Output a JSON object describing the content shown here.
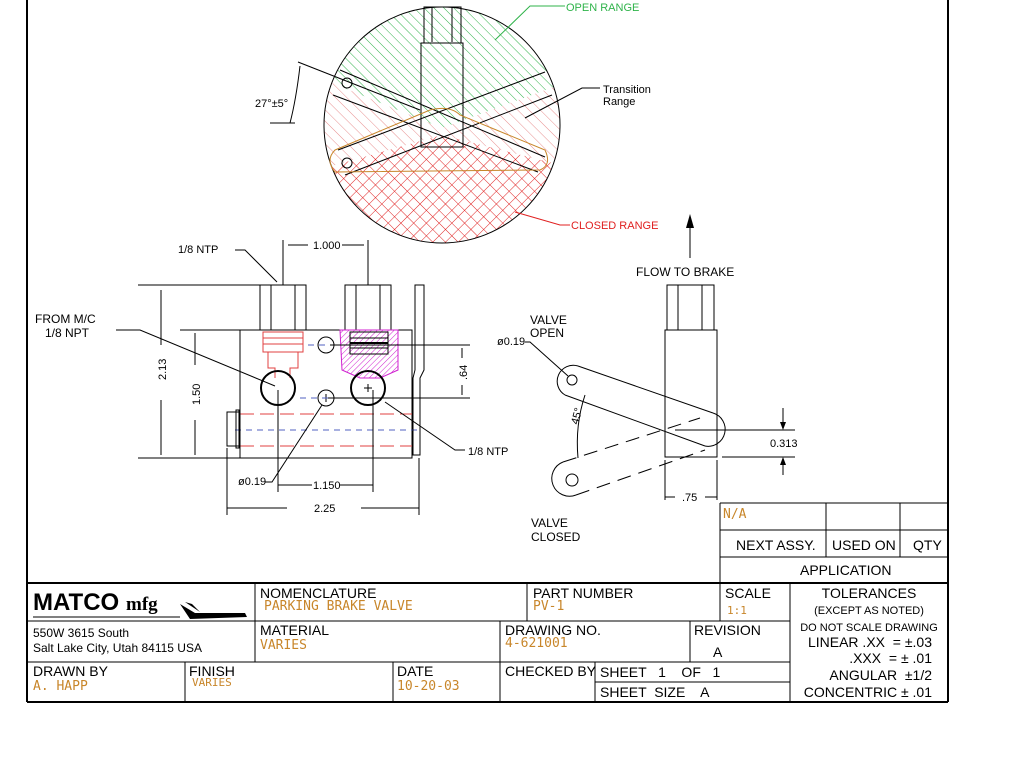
{
  "top_view": {
    "open_range": "OPEN RANGE",
    "transition_line1": "Transition",
    "transition_line2": "Range",
    "closed_range": "CLOSED RANGE",
    "angle": "27°±5°",
    "dim_spacing": "1.000",
    "colors": {
      "open": "#2fb34a",
      "closed": "#e02020",
      "transition": "#e89090"
    }
  },
  "front_view": {
    "port_top": "1/8 NTP",
    "from_mc_line1": "FROM M/C",
    "from_mc_line2": "1/8 NPT",
    "dim_height_total": "2.13",
    "dim_height_body": "1.50",
    "dim_offset": ".64",
    "hole_dia": "ø0.19",
    "dim_hole_spacing": "1.150",
    "dim_width": "2.25",
    "port_right": "1/8 NTP"
  },
  "side_view": {
    "flow_to_brake": "FLOW TO BRAKE",
    "valve_open_line1": "VALVE",
    "valve_open_line2": "OPEN",
    "hole_dia": "ø0.19",
    "angle": "45°",
    "dim_offset": "0.313",
    "dim_width": ".75",
    "valve_closed_line1": "VALVE",
    "valve_closed_line2": "CLOSED"
  },
  "application": {
    "next_assy_value": "N/A",
    "next_assy": "NEXT ASSY.",
    "used_on": "USED ON",
    "qty": "QTY",
    "title": "APPLICATION"
  },
  "title_block": {
    "company": "MATCO",
    "company_suffix": "mfg",
    "address_line1": "550W  3615  South",
    "address_line2": "Salt  Lake  City,  Utah  84115  USA",
    "nomenclature_label": "NOMENCLATURE",
    "nomenclature": "PARKING BRAKE VALVE",
    "part_number_label": "PART NUMBER",
    "part_number": "PV-1",
    "scale_label": "SCALE",
    "scale": "1:1",
    "material_label": "MATERIAL",
    "material": "VARIES",
    "drawing_no_label": "DRAWING NO.",
    "drawing_no": "4-621001",
    "revision_label": "REVISION",
    "revision": "A",
    "drawn_by_label": "DRAWN BY",
    "drawn_by": "A. HAPP",
    "finish_label": "FINISH",
    "finish": "VARIES",
    "date_label": "DATE",
    "date": "10-20-03",
    "checked_by_label": "CHECKED BY",
    "sheet": "SHEET   1    OF   1",
    "sheet_size": "SHEET  SIZE    A",
    "tolerances": {
      "title": "TOLERANCES",
      "except": "(EXCEPT AS NOTED)",
      "no_scale": "DO NOT SCALE DRAWING",
      "linear_xx": "LINEAR .XX  = ±.03",
      "linear_xxx": ".XXX  = ± .01",
      "angular": "ANGULAR  ±1/2",
      "concentric": "CONCENTRIC ± .01"
    }
  }
}
